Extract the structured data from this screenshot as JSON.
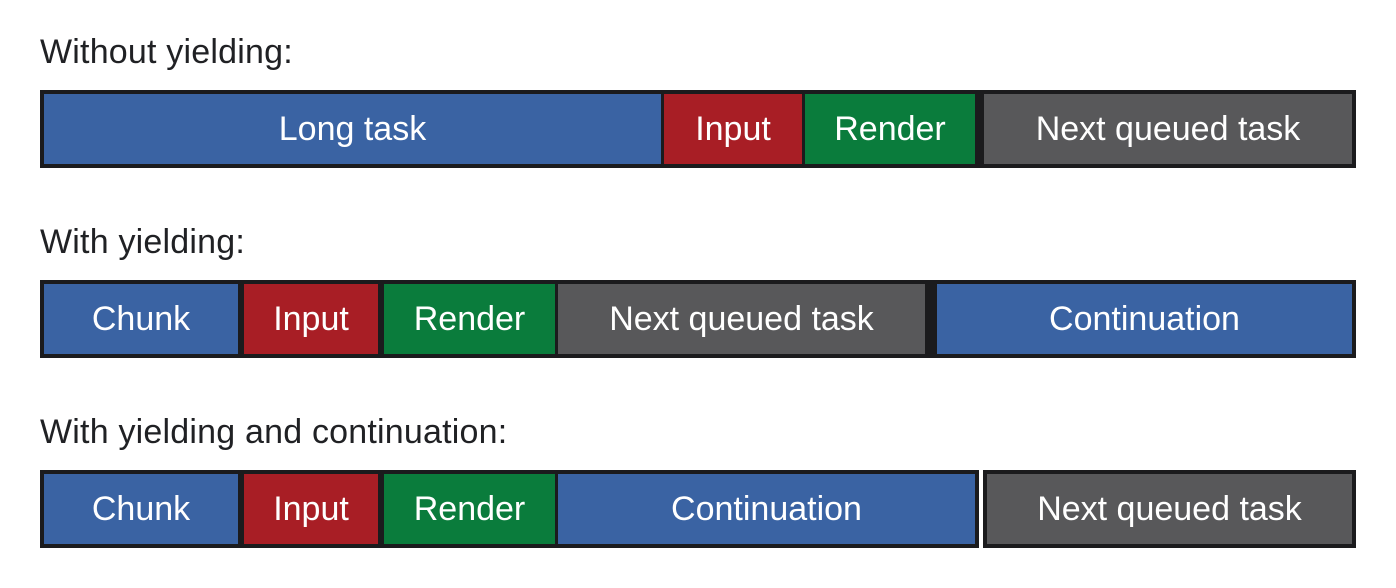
{
  "figure": {
    "colors": {
      "blue": "#3a63a3",
      "red": "#a81e25",
      "green": "#0a7c3c",
      "gray": "#58585a",
      "border": "#1b1b1d",
      "label_text": "#202124",
      "segment_text": "#ffffff",
      "background": "#ffffff"
    },
    "rows": [
      {
        "label": "Without yielding:",
        "boxes": [
          {
            "segments": [
              {
                "label": "Long task",
                "color": "blue"
              },
              {
                "label": "Input",
                "color": "red"
              },
              {
                "label": "Render",
                "color": "green"
              }
            ]
          },
          {
            "segments": [
              {
                "label": "Next queued task",
                "color": "gray"
              }
            ]
          }
        ]
      },
      {
        "label": "With yielding:",
        "boxes": [
          {
            "segments": [
              {
                "label": "Chunk",
                "color": "blue"
              },
              {
                "label": "Input",
                "color": "red"
              },
              {
                "label": "Render",
                "color": "green"
              },
              {
                "label": "Next queued task",
                "color": "gray"
              }
            ]
          },
          {
            "segments": [
              {
                "label": "Continuation",
                "color": "blue"
              }
            ]
          }
        ]
      },
      {
        "label": "With yielding and continuation:",
        "boxes": [
          {
            "segments": [
              {
                "label": "Chunk",
                "color": "blue"
              },
              {
                "label": "Input",
                "color": "red"
              },
              {
                "label": "Render",
                "color": "green"
              },
              {
                "label": "Continuation",
                "color": "blue"
              }
            ]
          },
          {
            "segments": [
              {
                "label": "Next queued task",
                "color": "gray"
              }
            ]
          }
        ]
      }
    ]
  }
}
